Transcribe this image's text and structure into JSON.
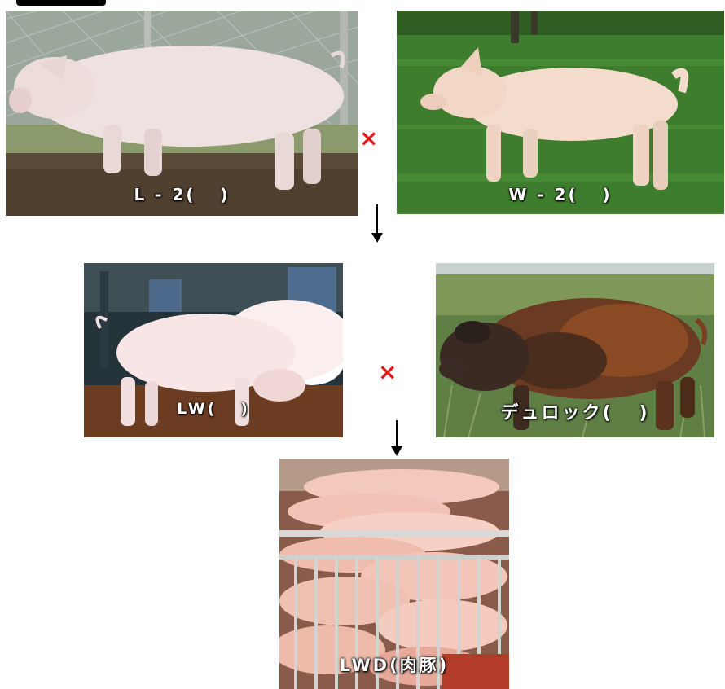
{
  "parents": {
    "left": {
      "caption": "L - 2(   )"
    },
    "right": {
      "caption": "W - 2(   )"
    }
  },
  "f1": {
    "left": {
      "caption": "LW(   )"
    },
    "right": {
      "caption": "デュロック(   )"
    }
  },
  "offspring": {
    "caption": "LWD(肉豚)"
  },
  "symbols": {
    "cross": "×"
  },
  "colors": {
    "cross": "#e01818",
    "arrow": "#000000",
    "caption_text": "#ffffff",
    "white_pig": "#f2e3e2",
    "duroc_pig": "#6a3a22"
  }
}
